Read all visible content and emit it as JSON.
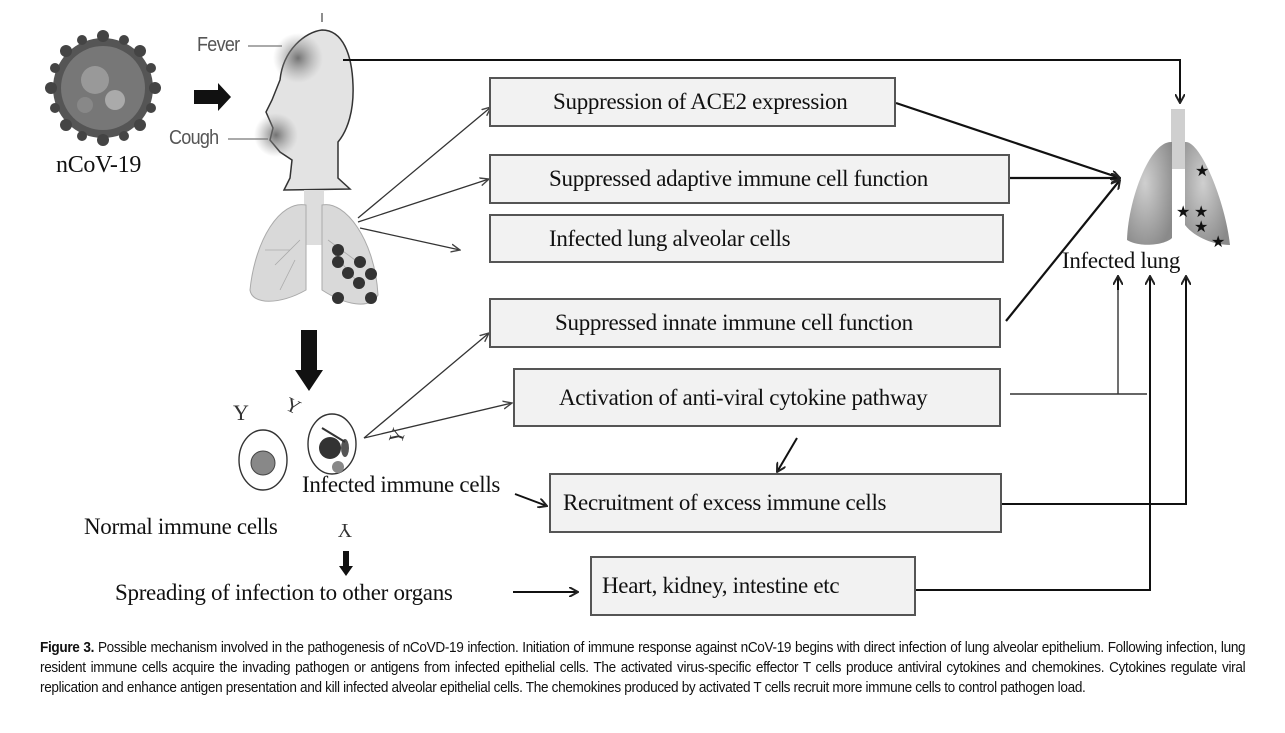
{
  "figure": {
    "virus_label": "nCoV-19",
    "symptoms": [
      "Fever",
      "Cough"
    ],
    "boxes": [
      "Suppression of ACE2  expression",
      "Suppressed adaptive immune cell function",
      "Infected lung alveolar cells",
      "Suppressed  innate immune  cell  function",
      "Activation of  anti-viral cytokine pathway",
      "Recruitment of excess immune cells",
      "Heart, kidney, intestine etc"
    ],
    "labels": {
      "infected_lung": "Infected lung",
      "infected_immune_cells": "Infected immune cells",
      "normal_immune_cells": "Normal immune cells",
      "spreading": "Spreading of infection to other organs"
    }
  },
  "caption": {
    "figure_number": "Figure 3.",
    "text": " Possible mechanism involved in the pathogenesis of nCoVD-19 infection. Initiation of immune response against nCoV-19 begins with direct infection of lung alveolar epithelium. Following infection, lung resident immune cells acquire the invading pathogen or antigens from infected epithelial cells. The activated virus-specific effector T cells produce antiviral cytokines and chemokines. Cytokines regulate viral replication and enhance antigen presentation and kill infected alveolar epithelial cells. The chemokines produced by activated T cells recruit more immune cells to control pathogen load."
  }
}
